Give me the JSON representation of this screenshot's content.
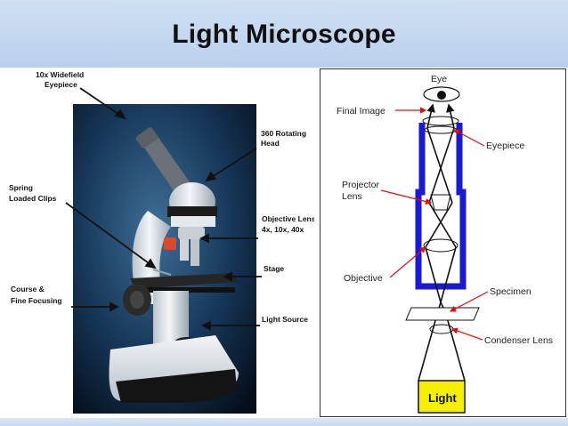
{
  "slide": {
    "title": "Light Microscope"
  },
  "photo_labels": {
    "eyepiece_line1": "10x Widefield",
    "eyepiece_line2": "Eyepiece",
    "head_line1": "360  Rotating",
    "head_line2": "Head",
    "clips_line1": "Spring",
    "clips_line2": "Loaded Clips",
    "objective_line1": "Objective Lens",
    "objective_line2": "4x, 10x, 40x",
    "stage": "Stage",
    "focus_line1": "Course &",
    "focus_line2": "Fine Focusing",
    "light_source": "Light Source"
  },
  "diagram_labels": {
    "eye": "Eye",
    "final_image": "Final Image",
    "eyepiece": "Eyepiece",
    "projector_line1": "Projector",
    "projector_line2": "Lens",
    "objective": "Objective",
    "specimen": "Specimen",
    "condenser": "Condenser Lens",
    "light": "Light"
  },
  "colors": {
    "tube_blue": "#1a1ad6",
    "light_box_yellow": "#f5ef00",
    "arrow_red": "#e01010",
    "photo_background": "#0b2038"
  }
}
